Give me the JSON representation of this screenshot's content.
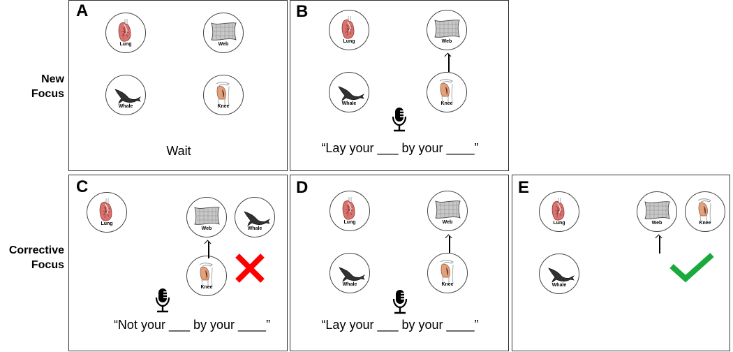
{
  "row_labels": {
    "row1": {
      "line1": "New",
      "line2": "Focus"
    },
    "row2": {
      "line1": "Corrective",
      "line2": "Focus"
    }
  },
  "panels": {
    "A": {
      "label": "A",
      "caption": "Wait",
      "items": {
        "lung": "Lung",
        "web": "Web",
        "whale": "Whale",
        "knee": "Knee"
      }
    },
    "B": {
      "label": "B",
      "caption": "“Lay your ___ by your ____”",
      "items": {
        "lung": "Lung",
        "web": "Web",
        "whale": "Whale",
        "knee": "Knee"
      },
      "arrow": "Knee → Web",
      "icon": "microphone"
    },
    "C": {
      "label": "C",
      "caption": "“Not your ___ by your ____”",
      "items": {
        "lung": "Lung",
        "web": "Web",
        "whale": "Whale",
        "knee": "Knee"
      },
      "arrow": "Knee → Web",
      "icon": "microphone",
      "feedback": "incorrect",
      "feedback_color": "#ff0000"
    },
    "D": {
      "label": "D",
      "caption": "“Lay your ___ by your ____”",
      "items": {
        "lung": "Lung",
        "web": "Web",
        "whale": "Whale",
        "knee": "Knee"
      },
      "arrow": "Knee → Web",
      "icon": "microphone"
    },
    "E": {
      "label": "E",
      "caption": "",
      "items": {
        "lung": "Lung",
        "web": "Web",
        "whale": "Whale",
        "knee": "Knee"
      },
      "arrow": "Knee → Web",
      "feedback": "correct",
      "feedback_color": "#1aaa3c"
    }
  }
}
